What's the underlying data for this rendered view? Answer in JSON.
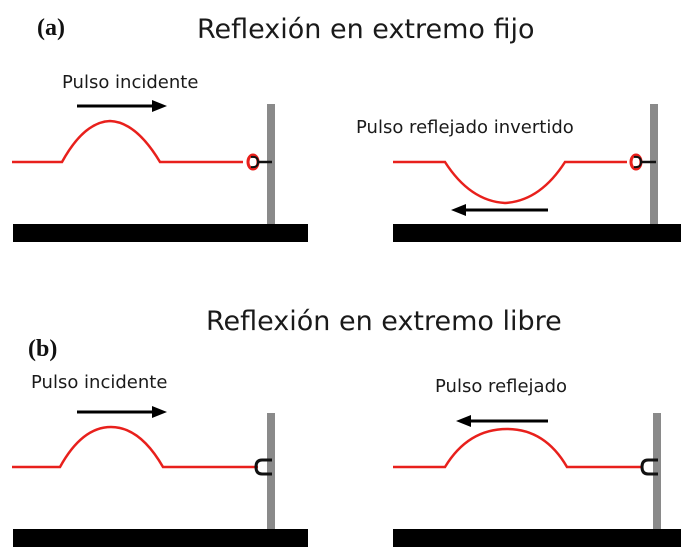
{
  "section_a": {
    "label": "(a)",
    "title": "Reflexión en extremo fijo",
    "left_caption": "Pulso incidente",
    "right_caption": "Pulso reflejado invertido"
  },
  "section_b": {
    "label": "(b)",
    "title": "Reflexión en extremo libre",
    "left_caption": "Pulso incidente",
    "right_caption": "Pulso reflejado"
  },
  "colors": {
    "rope": "#e8201c",
    "arrow": "#000000",
    "ground": "#000000",
    "pole": "#8a8a8a"
  }
}
